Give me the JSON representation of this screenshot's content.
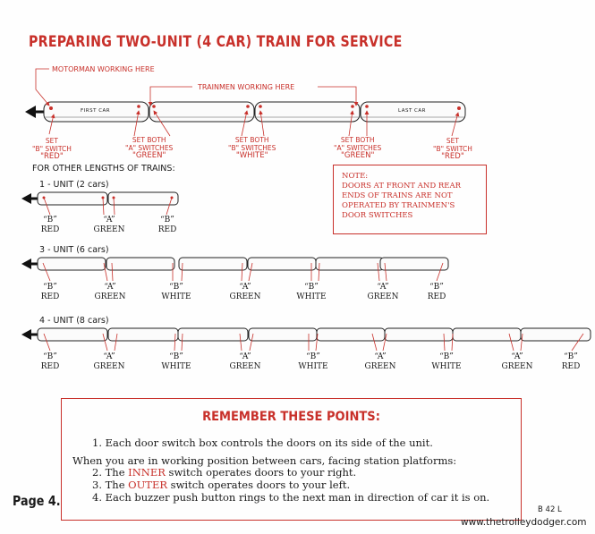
{
  "title": "PREPARING TWO-UNIT (4 CAR) TRAIN FOR SERVICE",
  "top_diagram": {
    "motorman_label": "MOTORMAN WORKING HERE",
    "trainmen_label": "TRAINMEN WORKING HERE",
    "first_car": "FIRST CAR",
    "last_car": "LAST CAR",
    "set_labels": [
      [
        "SET",
        "\"B\" SWITCH",
        "\"RED\""
      ],
      [
        "SET BOTH",
        "\"A\" SWITCHES",
        "\"GREEN\""
      ],
      [
        "SET BOTH",
        "\"B\" SWITCHES",
        "\"WHITE\""
      ],
      [
        "SET BOTH",
        "\"A\" SWITCHES",
        "\"GREEN\""
      ],
      [
        "SET",
        "\"B\" SWITCH",
        "\"RED\""
      ]
    ]
  },
  "other_lengths_label": "FOR OTHER LENGTHS OF TRAINS:",
  "note": {
    "label": "NOTE:",
    "text": "DOORS AT FRONT AND REAR ENDS OF TRAINS ARE NOT OPERATED BY TRAINMEN'S DOOR SWITCHES"
  },
  "trains": [
    {
      "label": "1 - UNIT (2  cars)",
      "switches": [
        [
          "“B”",
          "RED"
        ],
        [
          "“A”",
          "GREEN"
        ],
        [
          "“B”",
          "RED"
        ]
      ]
    },
    {
      "label": "3 - UNIT (6  cars)",
      "switches": [
        [
          "“B”",
          "RED"
        ],
        [
          "“A”",
          "GREEN"
        ],
        [
          "“B”",
          "WHITE"
        ],
        [
          "“A”",
          "GREEN"
        ],
        [
          "“B”",
          "WHITE"
        ],
        [
          "“A”",
          "GREEN"
        ],
        [
          "“B”",
          "RED"
        ]
      ]
    },
    {
      "label": "4 - UNIT (8  cars)",
      "switches": [
        [
          "“B”",
          "RED"
        ],
        [
          "“A”",
          "GREEN"
        ],
        [
          "“B”",
          "WHITE"
        ],
        [
          "“A”",
          "GREEN"
        ],
        [
          "“B”",
          "WHITE"
        ],
        [
          "“A”",
          "GREEN"
        ],
        [
          "“B”",
          "WHITE"
        ],
        [
          "“A”",
          "GREEN"
        ],
        [
          "“B”",
          "RED"
        ]
      ]
    }
  ],
  "remember": {
    "title": "REMEMBER THESE POINTS:",
    "point1": "1. Each door switch box controls the doors on its side of the unit.",
    "intro": "When you are in working position between cars, facing station platforms:",
    "p2_a": "2. The ",
    "p2_b": "INNER",
    "p2_c": " switch  operates  doors to your right.",
    "p3_a": "3. The ",
    "p3_b": "OUTER",
    "p3_c": " switch  operates  doors to your left.",
    "point4": "4. Each buzzer push button rings to the next man in direction of car it is on."
  },
  "page": "Page  4.",
  "code": "B 42 L",
  "website": "www.thetrolleydodger.com",
  "colors": {
    "accent": "#c8302a",
    "ink": "#1a1a1a"
  }
}
